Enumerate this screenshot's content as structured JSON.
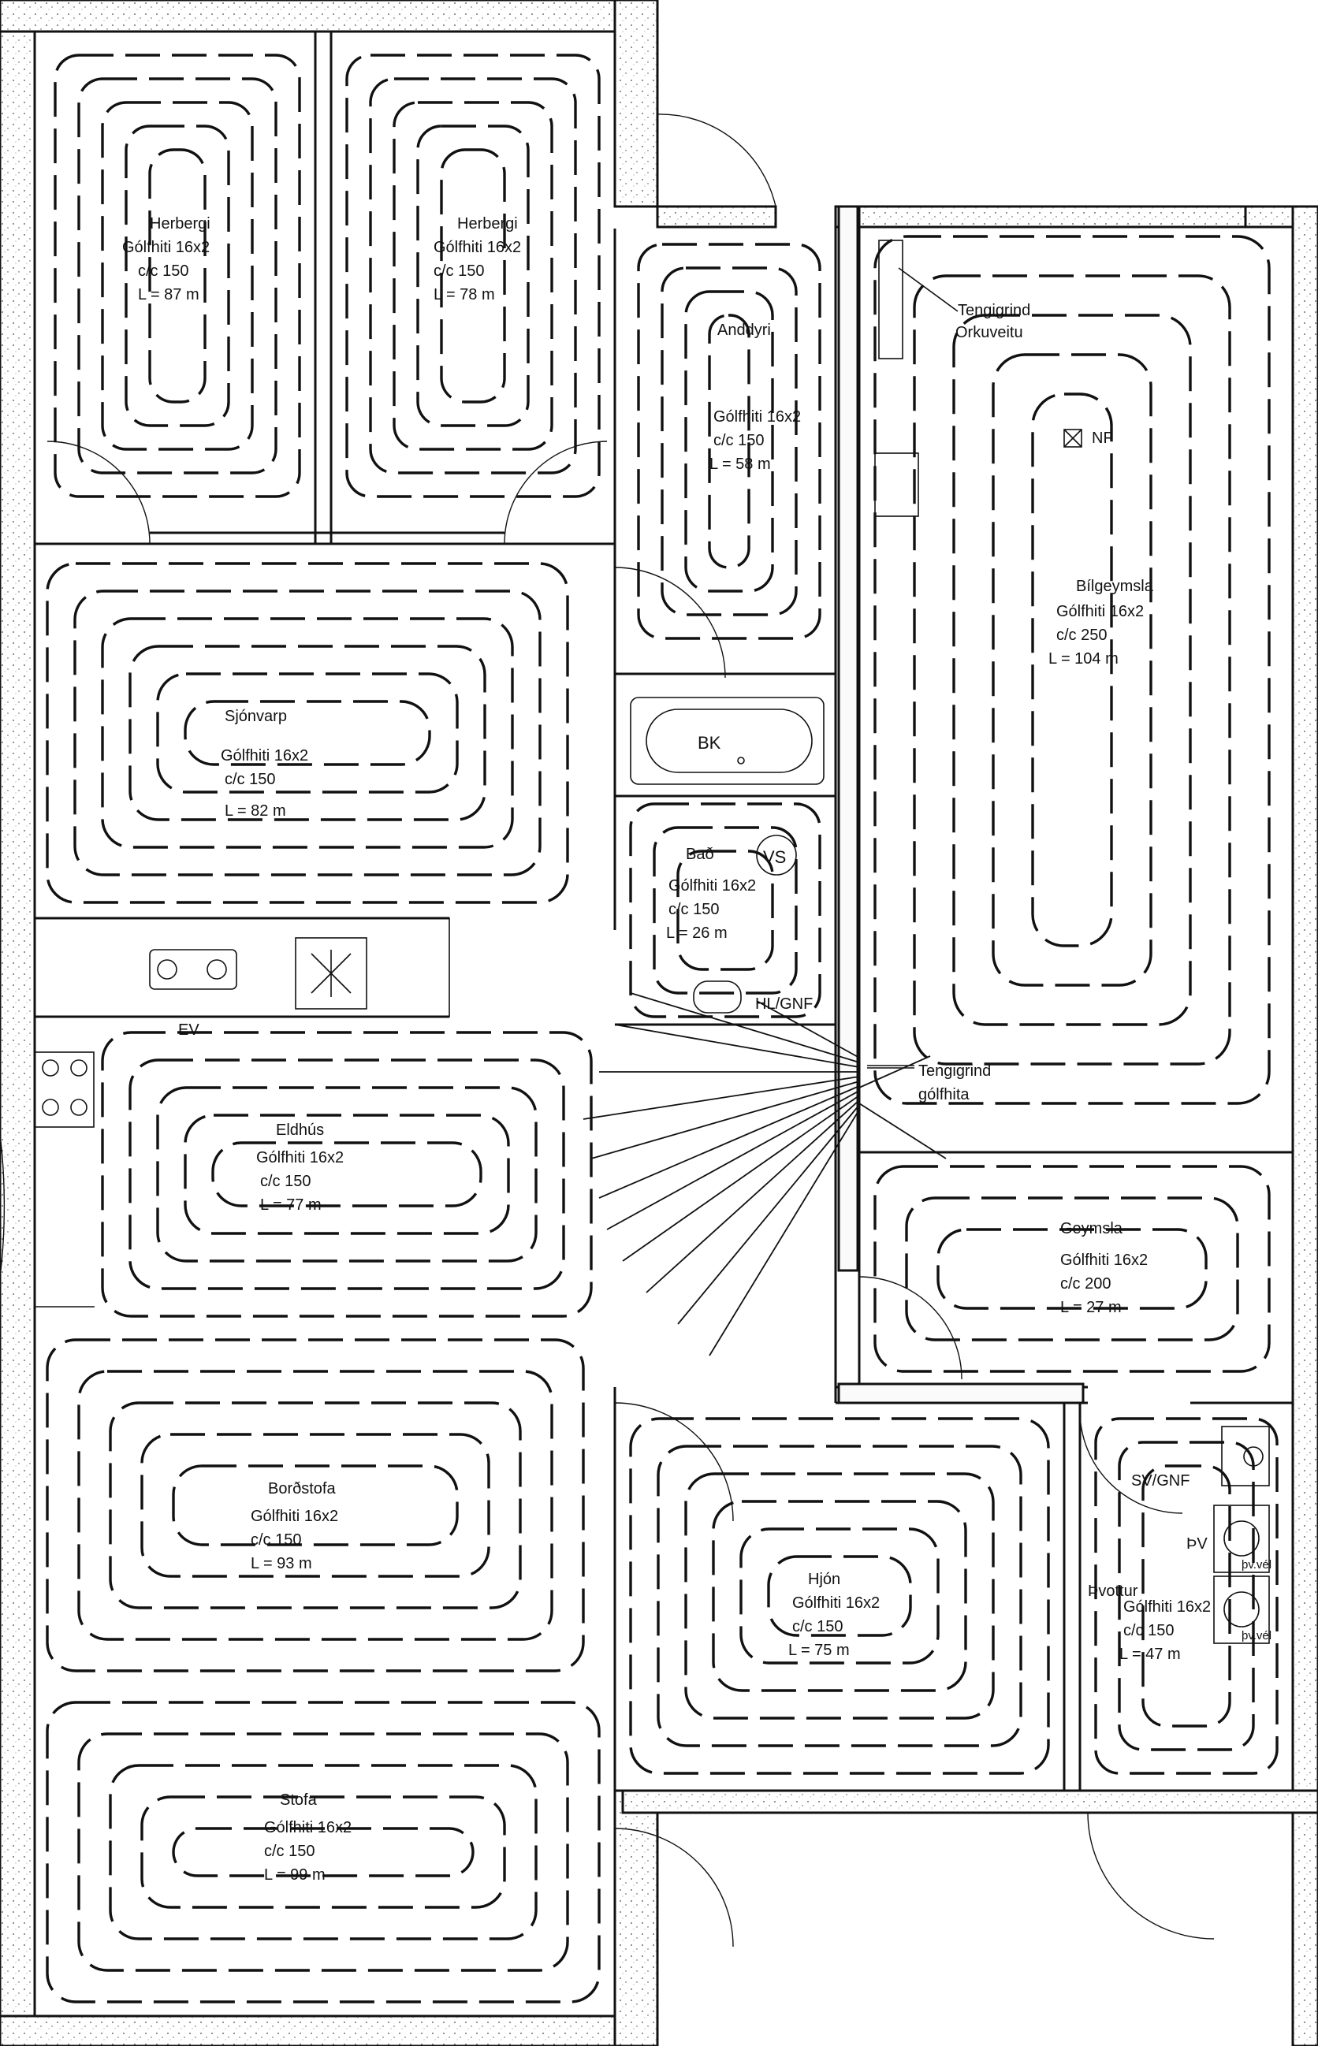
{
  "rooms": [
    {
      "name": "Herbergi",
      "spec": "Gólfhiti 16x2",
      "cc": "c/c 150",
      "length": "L = 87 m"
    },
    {
      "name": "Herbergi",
      "spec": "Gólfhiti 16x2",
      "cc": "c/c 150",
      "length": "L = 78 m"
    },
    {
      "name": "Anddyri",
      "spec": "Gólfhiti 16x2",
      "cc": "c/c 150",
      "length": "L = 58 m"
    },
    {
      "name": "Bílgeymsla",
      "spec": "Gólfhiti 16x2",
      "cc": "c/c 250",
      "length": "L = 104 m"
    },
    {
      "name": "Sjónvarp",
      "spec": "Gólfhiti 16x2",
      "cc": "c/c 150",
      "length": "L = 82 m"
    },
    {
      "name": "Bað",
      "spec": "Gólfhiti 16x2",
      "cc": "c/c 150",
      "length": "L = 26 m"
    },
    {
      "name": "Eldhús",
      "spec": "Gólfhiti 16x2",
      "cc": "c/c 150",
      "length": "L = 77 m"
    },
    {
      "name": "Geymsla",
      "spec": "Gólfhiti 16x2",
      "cc": "c/c 200",
      "length": "L = 27 m"
    },
    {
      "name": "Borðstofa",
      "spec": "Gólfhiti 16x2",
      "cc": "c/c 150",
      "length": "L = 93 m"
    },
    {
      "name": "Hjón",
      "spec": "Gólfhiti 16x2",
      "cc": "c/c 150",
      "length": "L = 75 m"
    },
    {
      "name": "Þvottur",
      "spec": "Gólfhiti 16x2",
      "cc": "c/c 150",
      "length": "L = 47 m"
    },
    {
      "name": "Stofa",
      "spec": "Gólfhiti 16x2",
      "cc": "c/c 150",
      "length": "L = 99 m"
    }
  ],
  "labels": {
    "tengigrind_orkuveitu_1": "Tengigrind",
    "tengigrind_orkuveitu_2": "Orkuveitu",
    "tengigrind_golfhita_1": "Tengigrind",
    "tengigrind_golfhita_2": "gólfhita",
    "nf": "NF",
    "bk": "BK",
    "vs": "VS",
    "hl_gnf": "HL/GNF",
    "ev": "EV",
    "sv_gnf": "SV/GNF",
    "pv": "ÞV",
    "pvvel_1": "þv.vél",
    "pvvel_2": "þv.vél"
  }
}
